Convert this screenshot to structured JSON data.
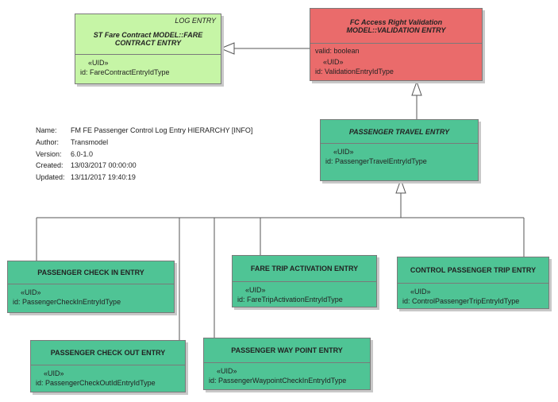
{
  "boxes": {
    "fare_contract_entry": {
      "stereotype": "LOG ENTRY",
      "title": "ST Fare Contract MODEL::FARE CONTRACT ENTRY",
      "uid": "«UID»",
      "attr": "id: FareContractEntryIdType"
    },
    "validation_entry": {
      "title": "FC Access Right Validation MODEL::VALIDATION ENTRY",
      "attr_valid": "valid: boolean",
      "uid": "«UID»",
      "attr": "id: ValidationEntryIdType"
    },
    "passenger_travel_entry": {
      "title": "PASSENGER TRAVEL ENTRY",
      "uid": "«UID»",
      "attr": "id: PassengerTravelEntryIdType"
    },
    "check_in_entry": {
      "title": "PASSENGER CHECK IN ENTRY",
      "uid": "«UID»",
      "attr": "id: PassengerCheckInEntryIdType"
    },
    "fare_trip_activation_entry": {
      "title": "FARE TRIP ACTIVATION ENTRY",
      "uid": "«UID»",
      "attr": "id: FareTripActivationEntryIdType"
    },
    "control_trip_entry": {
      "title": "CONTROL PASSENGER TRIP ENTRY",
      "uid": "«UID»",
      "attr": "id: ControlPassengerTripEntryIdType"
    },
    "check_out_entry": {
      "title": "PASSENGER CHECK OUT ENTRY",
      "uid": "«UID»",
      "attr": "id: PassengerCheckOutIdEntryIdType"
    },
    "way_point_entry": {
      "title": "PASSENGER WAY POINT ENTRY",
      "uid": "«UID»",
      "attr": "id: PassengerWaypointCheckInEntryIdType"
    }
  },
  "meta": {
    "name_label": "Name:",
    "name": "FM FE Passenger Control Log Entry HIERARCHY [INFO]",
    "author_label": "Author:",
    "author": "Transmodel",
    "version_label": "Version:",
    "version": "6.0-1.0",
    "created_label": "Created:",
    "created": "13/03/2017 00:00:00",
    "updated_label": "Updated:",
    "updated": "13/11/2017 19:40:19"
  },
  "colors": {
    "green_class": "#4fc495",
    "lime_class": "#c6f5a6",
    "red_class": "#ea6b6b",
    "line": "#555555"
  }
}
